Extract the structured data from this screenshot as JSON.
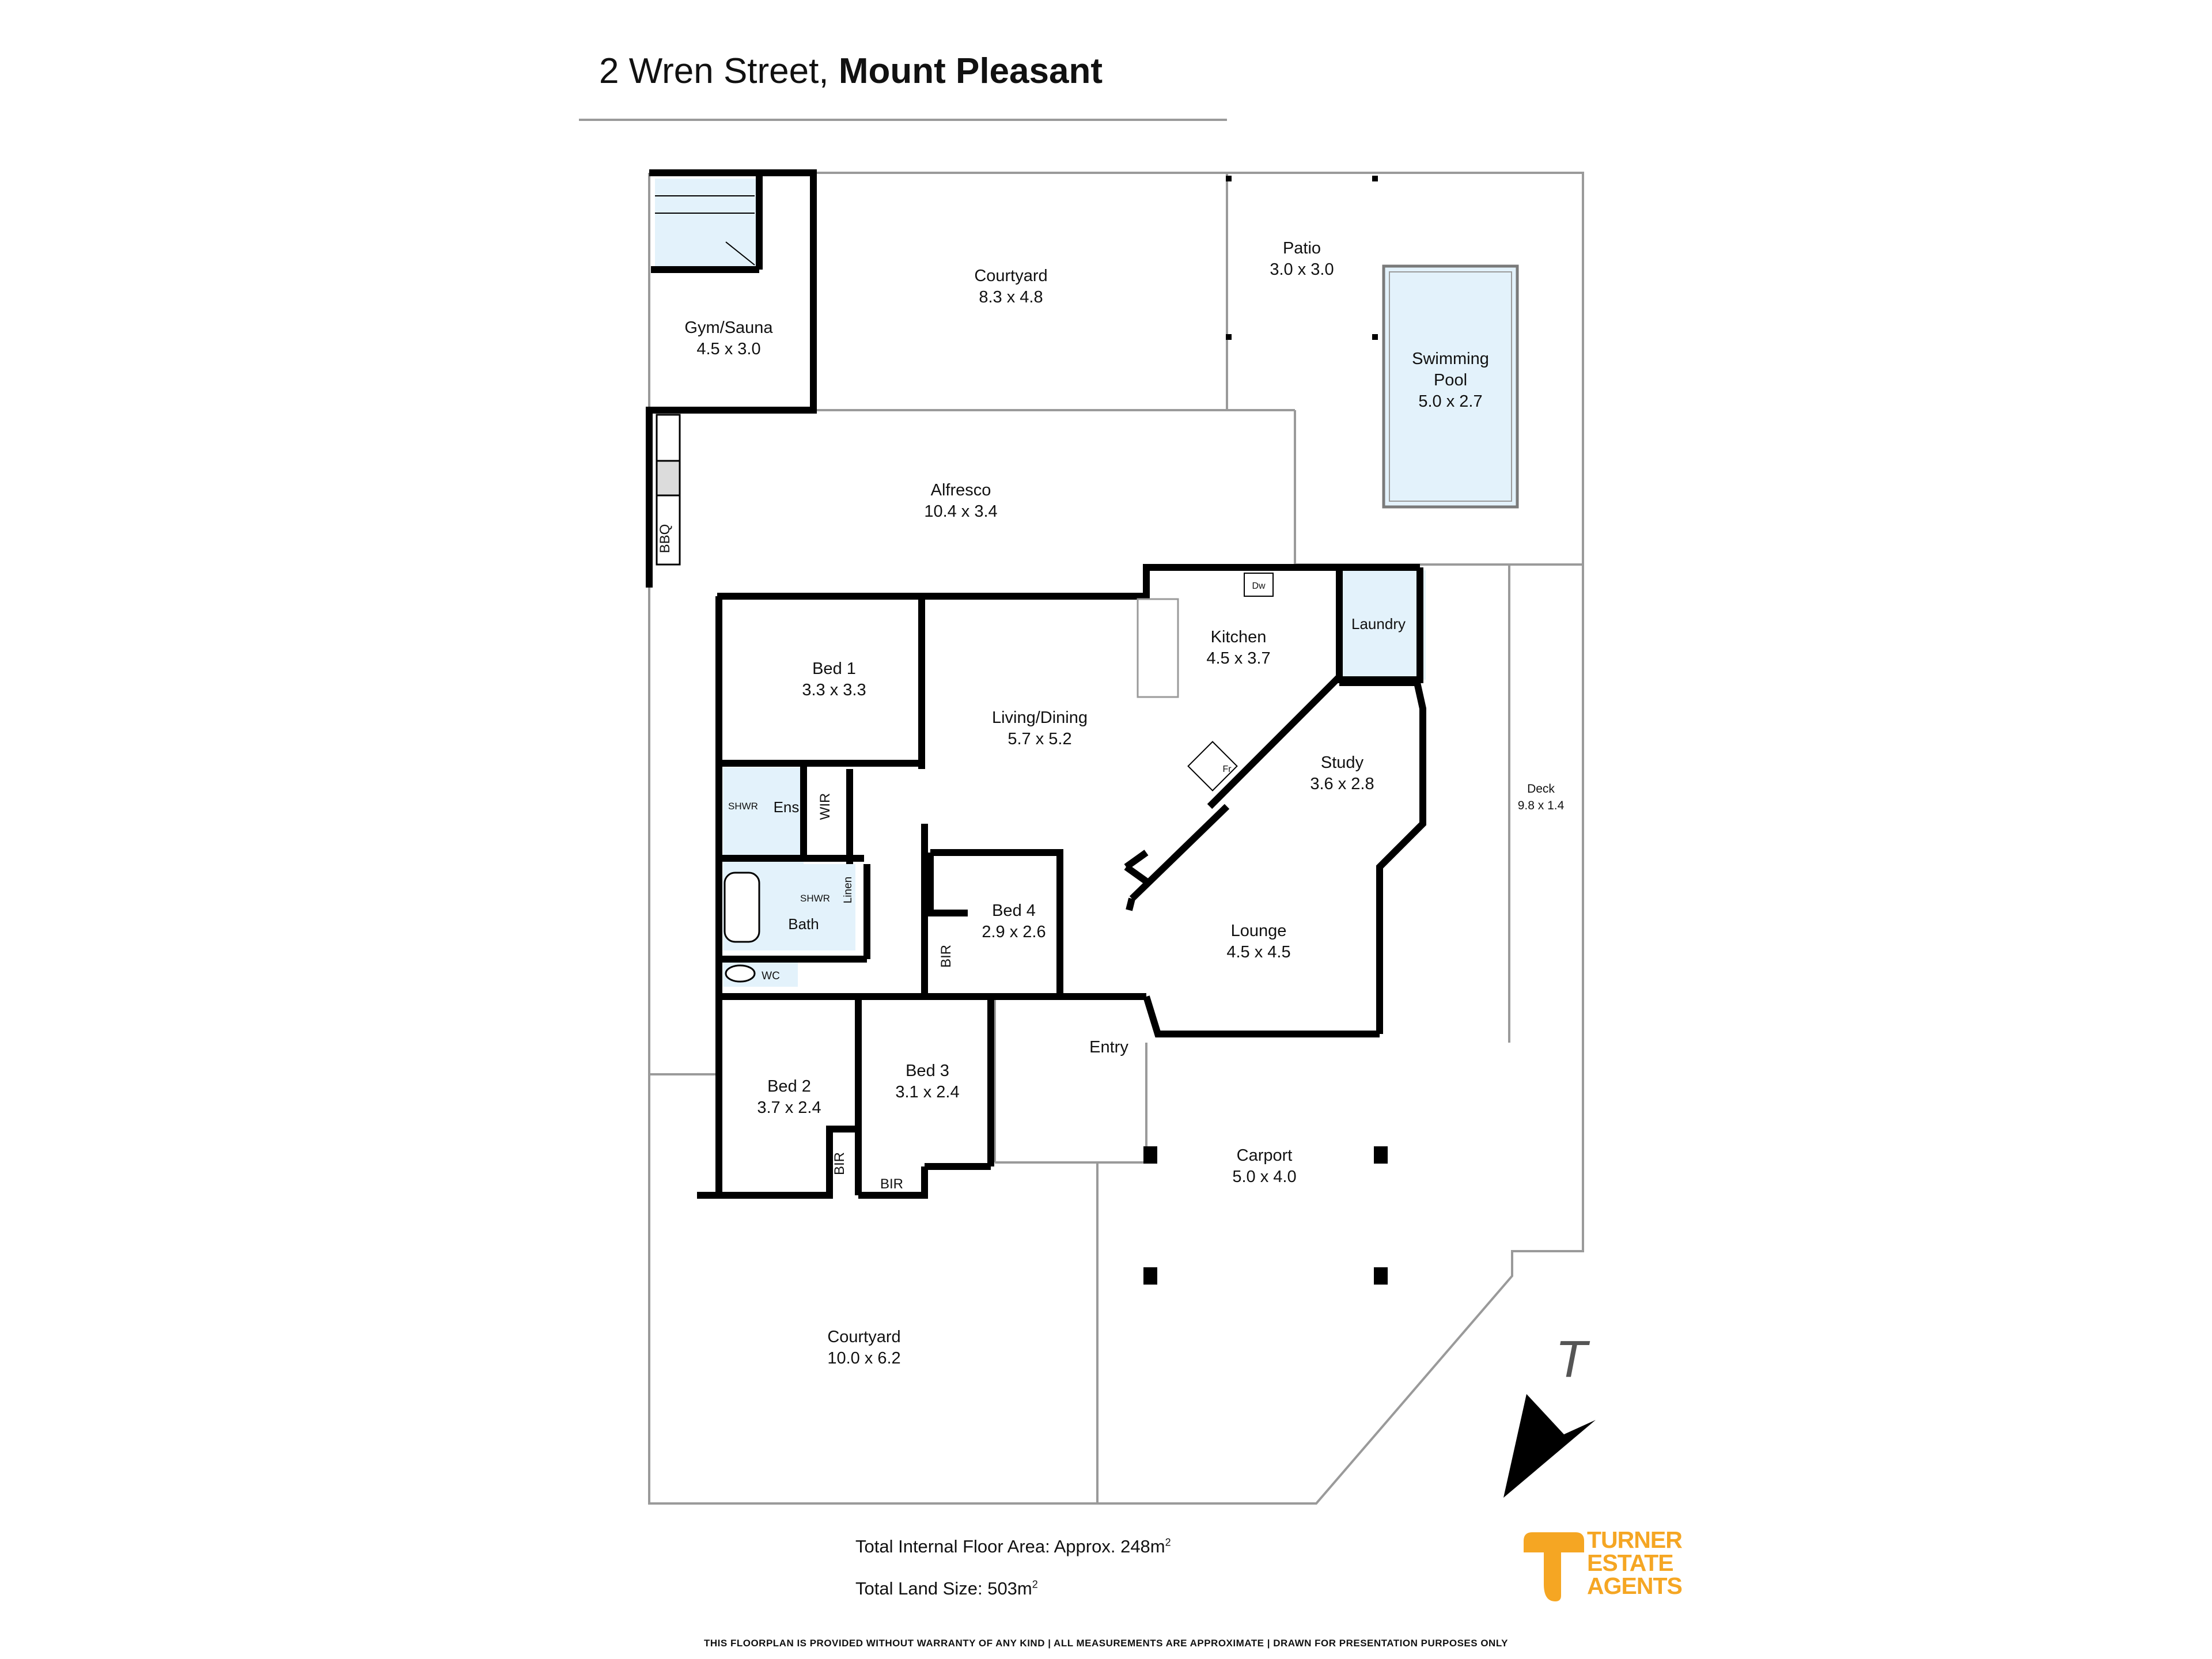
{
  "header": {
    "street": "2 Wren Street,",
    "suburb": "Mount Pleasant"
  },
  "rooms": {
    "gym": {
      "name": "Gym/Sauna",
      "dims": "4.5 x 3.0"
    },
    "courtyard_top": {
      "name": "Courtyard",
      "dims": "8.3 x 4.8"
    },
    "patio": {
      "name": "Patio",
      "dims": "3.0 x 3.0"
    },
    "pool": {
      "name1": "Swimming",
      "name2": "Pool",
      "dims": "5.0 x 2.7"
    },
    "alfresco": {
      "name": "Alfresco",
      "dims": "10.4 x 3.4"
    },
    "bbq": {
      "name": "BBQ"
    },
    "bed1": {
      "name": "Bed 1",
      "dims": "3.3 x 3.3"
    },
    "living": {
      "name": "Living/Dining",
      "dims": "5.7 x 5.2"
    },
    "kitchen": {
      "name": "Kitchen",
      "dims": "4.5 x 3.7"
    },
    "laundry": {
      "name": "Laundry"
    },
    "study": {
      "name": "Study",
      "dims": "3.6 x 2.8"
    },
    "deck": {
      "name": "Deck",
      "dims": "9.8 x 1.4"
    },
    "ens": {
      "name": "Ens"
    },
    "wir": {
      "name": "WIR"
    },
    "shwr1": {
      "name": "SHWR"
    },
    "shwr2": {
      "name": "SHWR"
    },
    "linen": {
      "name": "Linen"
    },
    "bath": {
      "name": "Bath"
    },
    "wc": {
      "name": "WC"
    },
    "bed4": {
      "name": "Bed 4",
      "dims": "2.9 x 2.6"
    },
    "bir4": {
      "name": "BIR"
    },
    "lounge": {
      "name": "Lounge",
      "dims": "4.5 x 4.5"
    },
    "entry": {
      "name": "Entry"
    },
    "bed2": {
      "name": "Bed 2",
      "dims": "3.7 x 2.4"
    },
    "bir2": {
      "name": "BIR"
    },
    "bed3": {
      "name": "Bed 3",
      "dims": "3.1 x 2.4"
    },
    "bir3": {
      "name": "BIR"
    },
    "carport": {
      "name": "Carport",
      "dims": "5.0 x 4.0"
    },
    "courtyard_bottom": {
      "name": "Courtyard",
      "dims": "10.0 x 6.2"
    },
    "fr": {
      "name": "Fr"
    },
    "dw": {
      "name": "Dw"
    }
  },
  "footer": {
    "floor_area_label": "Total Internal Floor Area: Approx. 248m",
    "floor_area_sup": "2",
    "land_label": "Total Land Size: 503m",
    "land_sup": "2",
    "disclaimer": "THIS FLOORPLAN IS PROVIDED WITHOUT WARRANTY OF ANY KIND  |  ALL MEASUREMENTS ARE APPROXIMATE  |  DRAWN FOR PRESENTATION PURPOSES ONLY"
  },
  "logo": {
    "line1": "TURNER",
    "line2": "ESTATE",
    "line3": "AGENTS",
    "color": "#f5a623"
  },
  "colors": {
    "wet_area": "#e3f2fb",
    "wall": "#000000",
    "outline": "#9a9a9a"
  }
}
